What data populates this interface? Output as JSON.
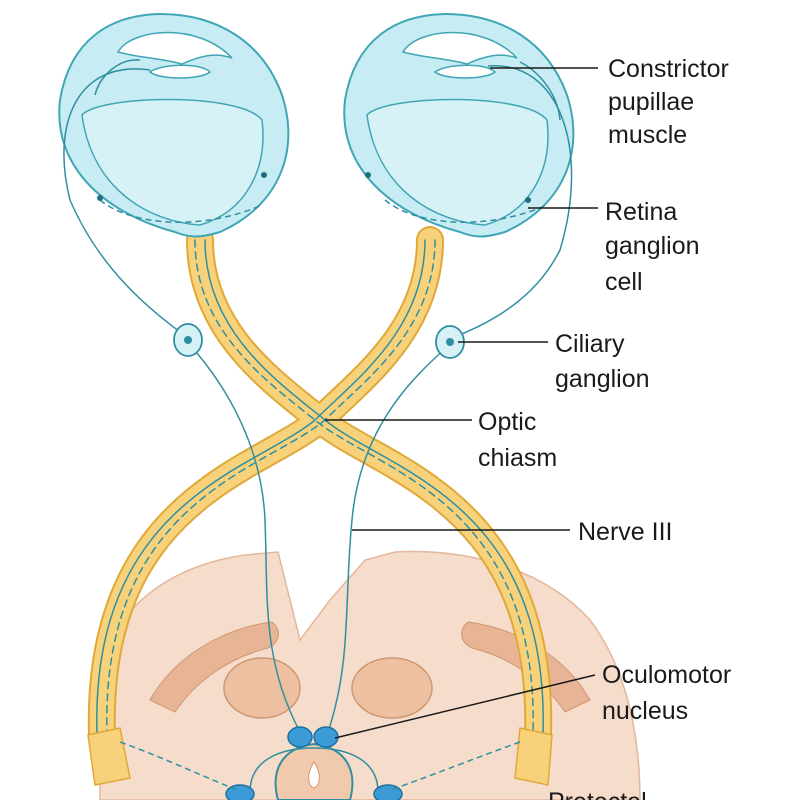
{
  "labels": {
    "constrictor": [
      "Constrictor",
      "pupillae",
      "muscle"
    ],
    "retina": [
      "Retina",
      "ganglion",
      "cell"
    ],
    "ciliary": [
      "Ciliary",
      "ganglion"
    ],
    "chiasm": [
      "Optic",
      "chiasm"
    ],
    "nerve3": [
      "Nerve III"
    ],
    "oculomotor": [
      "Oculomotor",
      "nucleus"
    ],
    "pretectal": [
      "Pretectal"
    ]
  },
  "colors": {
    "eyeball": "#c8ecf3",
    "eye_outline": "#3fa6b5",
    "nerve_fiber": "#2f8fa0",
    "optic_tract": "#f7d27a",
    "optic_tract_edge": "#e0a838",
    "brainstem": "#f6dccb",
    "brainstem_dark": "#e7b595",
    "nucleus": "#3a9bd6",
    "leader_line": "#1a1a1a"
  }
}
